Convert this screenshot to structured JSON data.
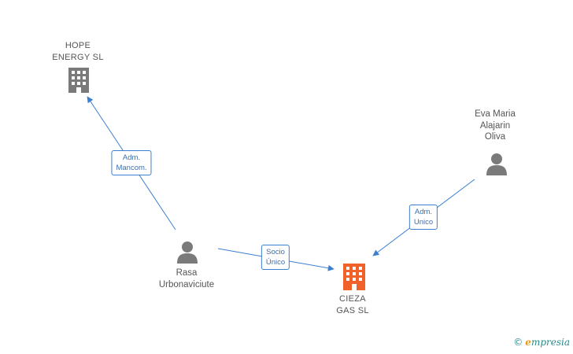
{
  "nodes": {
    "hope": {
      "lines": [
        "HOPE",
        "ENERGY  SL"
      ],
      "icon": "building-icon",
      "color": "#7a7a7a"
    },
    "eva": {
      "lines": [
        "Eva Maria",
        "Alajarin",
        "Oliva"
      ],
      "icon": "person-icon",
      "color": "#7a7a7a"
    },
    "rasa": {
      "lines": [
        "Rasa",
        "Urbonaviciute"
      ],
      "icon": "person-icon",
      "color": "#7a7a7a"
    },
    "cieza": {
      "lines": [
        "CIEZA",
        "GAS  SL"
      ],
      "icon": "building-icon",
      "color": "#f0622a"
    }
  },
  "edges": {
    "rasa_hope": {
      "lines": [
        "Adm.",
        "Mancom."
      ]
    },
    "eva_cieza": {
      "lines": [
        "Adm.",
        "Unico"
      ]
    },
    "rasa_cieza": {
      "lines": [
        "Socio",
        "Único"
      ]
    }
  },
  "colors": {
    "edge": "#3a7fd0",
    "brand": "#2a8a8a"
  },
  "brand": {
    "copyright": "©",
    "name_initial": "e",
    "name_rest": "mpresia"
  }
}
